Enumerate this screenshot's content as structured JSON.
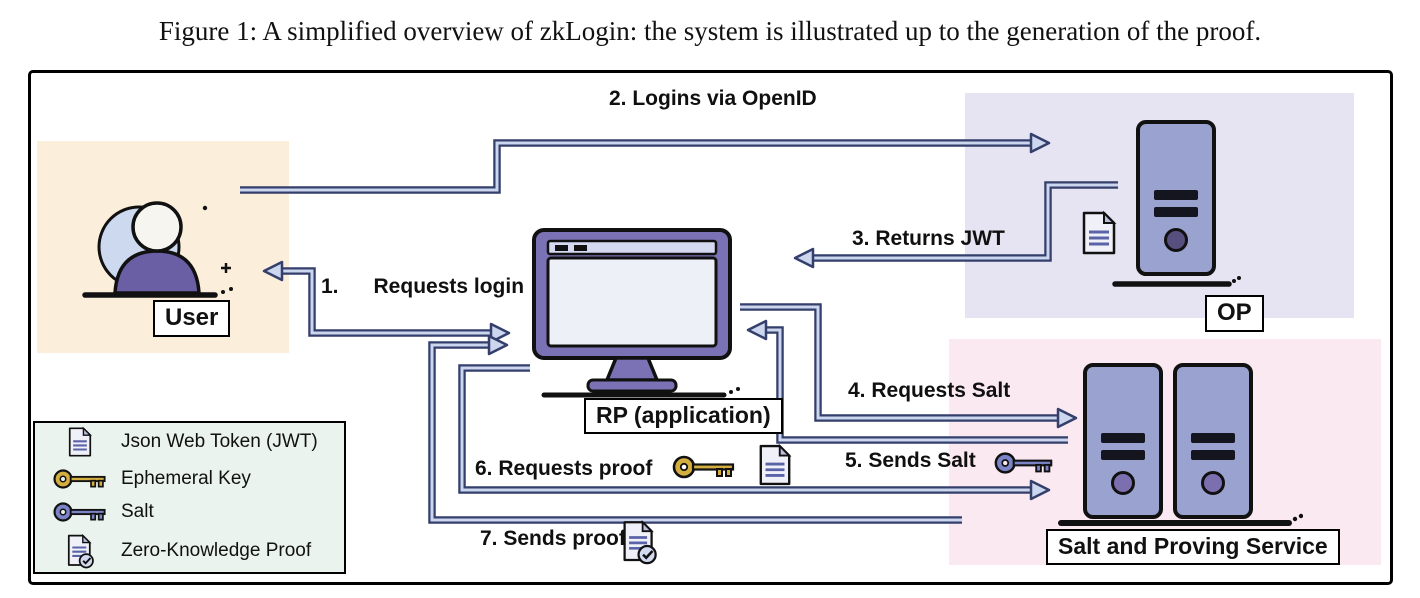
{
  "caption": "Figure 1: A simplified overview of zkLogin: the system is illustrated up to the generation of the proof.",
  "actors": {
    "user": {
      "label": "User"
    },
    "op": {
      "label": "OP"
    },
    "rp": {
      "label": "RP (application)"
    },
    "salt_proving": {
      "label": "Salt and Proving Service"
    }
  },
  "steps": {
    "s1": "1.      Requests login",
    "s2": "2. Logins via OpenID",
    "s3": "3. Returns JWT",
    "s4": "4. Requests Salt",
    "s5": "5. Sends Salt",
    "s6": "6. Requests proof",
    "s7": "7. Sends proof"
  },
  "legend": {
    "items": [
      {
        "icon": "jwt-document-icon",
        "label": "Json Web Token (JWT)"
      },
      {
        "icon": "ephemeral-key-icon",
        "label": "Ephemeral Key"
      },
      {
        "icon": "salt-key-icon",
        "label": "Salt"
      },
      {
        "icon": "zk-proof-icon",
        "label": "Zero-Knowledge Proof"
      }
    ]
  },
  "colors": {
    "user_panel_bg": "#fbeedb",
    "op_panel_bg": "#e6e4f2",
    "salt_panel_bg": "#fbe9f1",
    "legend_bg": "#ebf3ee",
    "server_fill": "#9aa3cf",
    "accent_purple": "#7b72b5",
    "person_purple": "#6a5fa4",
    "ephemeral_key_gold": "#d4af3f",
    "salt_key_blue": "#7a84c6",
    "arrow_outline": "#343f6b",
    "arrow_fill": "#ccd6ee"
  }
}
